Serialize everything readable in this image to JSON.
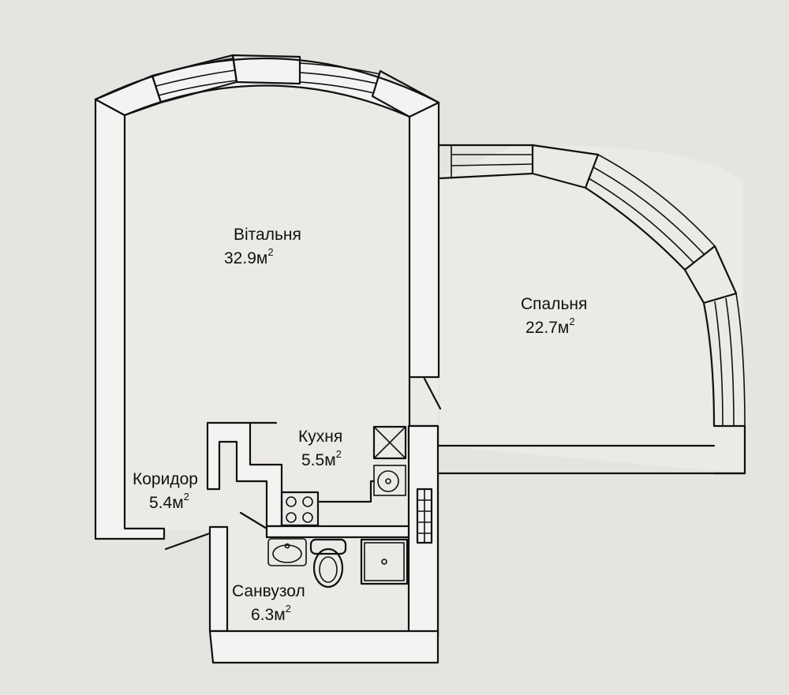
{
  "rooms": {
    "living": {
      "name": "Вітальня",
      "area": "32.9м",
      "sup": "2"
    },
    "bedroom": {
      "name": "Спальня",
      "area": "22.7м",
      "sup": "2"
    },
    "kitchen": {
      "name": "Кухня",
      "area": "5.5м",
      "sup": "2"
    },
    "corridor": {
      "name": "Коридор",
      "area": "5.4м",
      "sup": "2"
    },
    "bathroom": {
      "name": "Санвузол",
      "area": "6.3м",
      "sup": "2"
    }
  },
  "colors": {
    "background": "#e6e4e1",
    "wall": "#111111",
    "paper": "#f4f3f1"
  }
}
